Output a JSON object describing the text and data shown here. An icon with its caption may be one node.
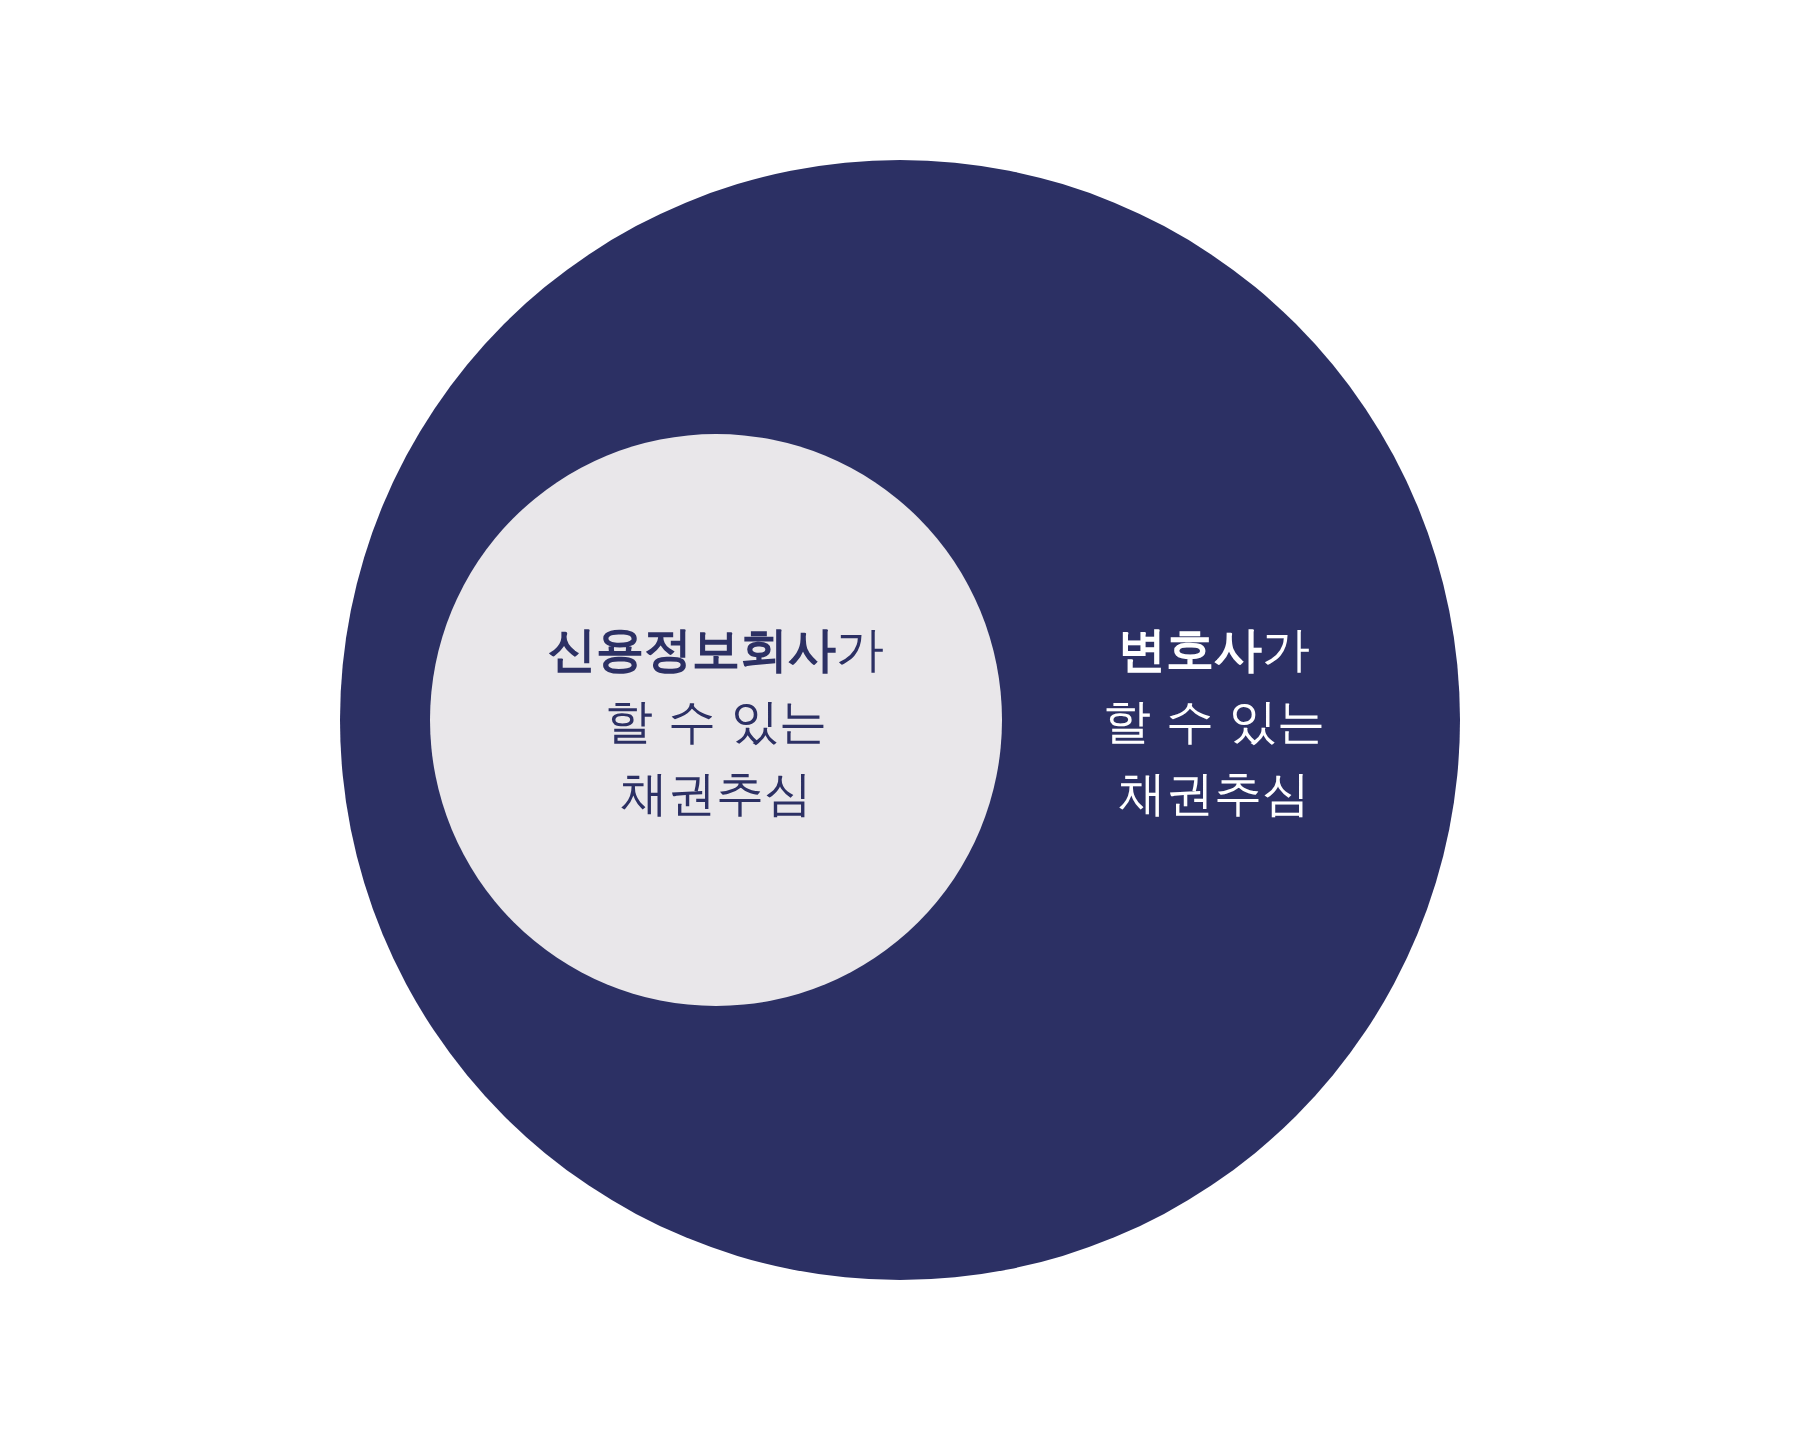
{
  "diagram": {
    "nodes": [
      {
        "text": [
          "**변호사**가 할 수 있는 채권추심"
        ]
      },
      {
        "text": [
          "**신용정보회사**가 할 수 있는 채권추심"
        ],
        "in": 0
      }
    ]
  }
}
